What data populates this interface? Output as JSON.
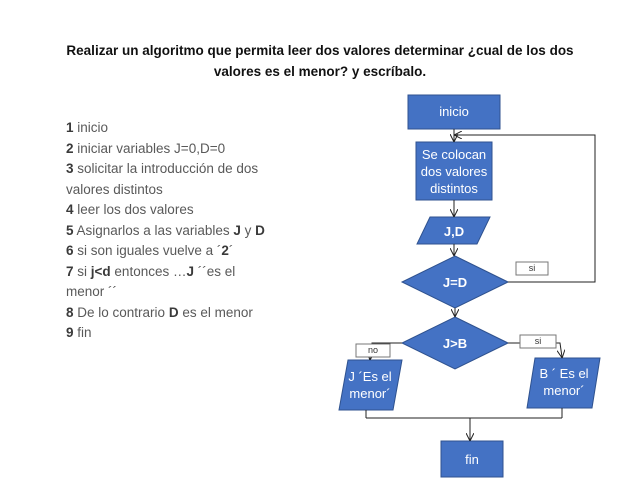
{
  "title": {
    "line1": "Realizar un algoritmo que permita leer dos valores determinar ¿cual de los dos",
    "line2": "valores es el menor? y escríbalo."
  },
  "steps": [
    {
      "num": "1",
      "parts": [
        {
          "t": " inicio"
        }
      ]
    },
    {
      "num": "2",
      "parts": [
        {
          "t": " iniciar variables  J=0,D=0"
        }
      ]
    },
    {
      "num": "3",
      "parts": [
        {
          "t": " solicitar la introducción de dos valores distintos"
        }
      ]
    },
    {
      "num": "4",
      "parts": [
        {
          "t": " leer los dos valores"
        }
      ]
    },
    {
      "num": "5",
      "parts": [
        {
          "t": " Asignarlos a las variables "
        },
        {
          "t": "J",
          "b": true
        },
        {
          "t": " y "
        },
        {
          "t": "D",
          "b": true
        }
      ]
    },
    {
      "num": "6",
      "parts": [
        {
          "t": " si son iguales vuelve a ´"
        },
        {
          "t": "2",
          "b": true
        },
        {
          "t": "´"
        }
      ]
    },
    {
      "num": "7",
      "parts": [
        {
          "t": " si "
        },
        {
          "t": "j<d",
          "b": true
        },
        {
          "t": " entonces …"
        },
        {
          "t": "J",
          "b": true
        },
        {
          "t": " ´´es el menor ´´"
        }
      ]
    },
    {
      "num": "8",
      "parts": [
        {
          "t": " De lo contrario "
        },
        {
          "t": "D",
          "b": true
        },
        {
          "t": " es el menor"
        }
      ]
    },
    {
      "num": "9",
      "parts": [
        {
          "t": "  fin"
        }
      ]
    }
  ],
  "flowchart": {
    "inicio": "inicio",
    "process": [
      "Se colocan",
      "dos valores",
      "distintos"
    ],
    "input": "J,D",
    "decision1": "J=D",
    "decision1_si": "si",
    "decision2": "J>B",
    "decision2_no": "no",
    "decision2_si": "si",
    "out_left": [
      "J ´Es el",
      "menor´"
    ],
    "out_right": [
      "B ´ Es el",
      "menor´"
    ],
    "fin": "fin"
  },
  "colors": {
    "shape_fill": "#4472c4",
    "shape_stroke": "#2f528f",
    "line": "#222222"
  }
}
